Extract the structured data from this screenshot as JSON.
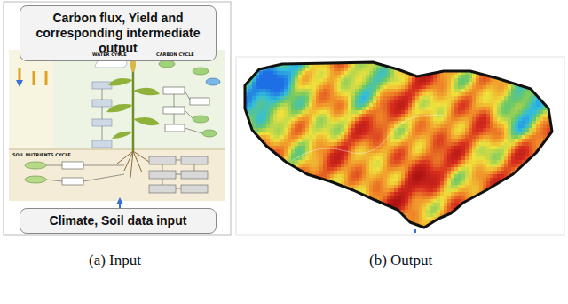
{
  "diagram": {
    "nodes": [
      {
        "text": [
          "Carbon flux, Yield and corresponding intermediate output"
        ]
      },
      {
        "text": [
          "Climate, Soil data input"
        ]
      }
    ],
    "labels": [
      "(a) Input",
      "(b) Output",
      "WATER CYCLE",
      "CARBON CYCLE",
      "SOIL NUTRIENTS CYCLE"
    ]
  }
}
